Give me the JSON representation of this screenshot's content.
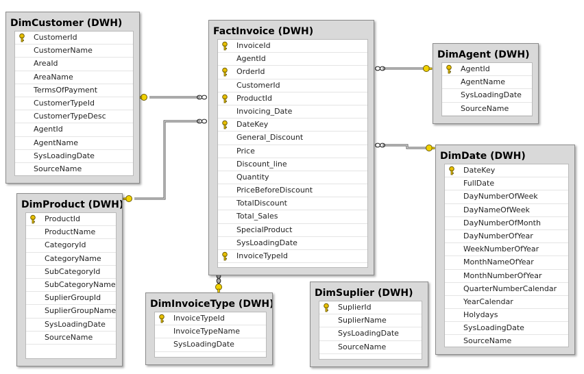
{
  "tables": [
    {
      "title": "DimCustomer (DWH)",
      "columns": [
        {
          "name": "CustomerId",
          "key": true
        },
        {
          "name": "CustomerName",
          "key": false
        },
        {
          "name": "AreaId",
          "key": false
        },
        {
          "name": "AreaName",
          "key": false
        },
        {
          "name": "TermsOfPayment",
          "key": false
        },
        {
          "name": "CustomerTypeId",
          "key": false
        },
        {
          "name": "CustomerTypeDesc",
          "key": false
        },
        {
          "name": "AgentId",
          "key": false
        },
        {
          "name": "AgentName",
          "key": false
        },
        {
          "name": "SysLoadingDate",
          "key": false
        },
        {
          "name": "SourceName",
          "key": false
        }
      ]
    },
    {
      "title": "FactInvoice (DWH)",
      "columns": [
        {
          "name": "InvoiceId",
          "key": true
        },
        {
          "name": "AgentId",
          "key": false
        },
        {
          "name": "OrderId",
          "key": true
        },
        {
          "name": "CustomerId",
          "key": false
        },
        {
          "name": "ProductId",
          "key": true
        },
        {
          "name": "Invoicing_Date",
          "key": false
        },
        {
          "name": "DateKey",
          "key": true
        },
        {
          "name": "General_Discount",
          "key": false
        },
        {
          "name": "Price",
          "key": false
        },
        {
          "name": "Discount_line",
          "key": false
        },
        {
          "name": "Quantity",
          "key": false
        },
        {
          "name": "PriceBeforeDiscount",
          "key": false
        },
        {
          "name": "TotalDiscount",
          "key": false
        },
        {
          "name": "Total_Sales",
          "key": false
        },
        {
          "name": "SpecialProduct",
          "key": false
        },
        {
          "name": "SysLoadingDate",
          "key": false
        },
        {
          "name": "InvoiceTypeId",
          "key": true
        }
      ]
    },
    {
      "title": "DimAgent (DWH)",
      "columns": [
        {
          "name": "AgentId",
          "key": true
        },
        {
          "name": "AgentName",
          "key": false
        },
        {
          "name": "SysLoadingDate",
          "key": false
        },
        {
          "name": "SourceName",
          "key": false
        }
      ]
    },
    {
      "title": "DimDate (DWH)",
      "columns": [
        {
          "name": "DateKey",
          "key": true
        },
        {
          "name": "FullDate",
          "key": false
        },
        {
          "name": "DayNumberOfWeek",
          "key": false
        },
        {
          "name": "DayNameOfWeek",
          "key": false
        },
        {
          "name": "DayNumberOfMonth",
          "key": false
        },
        {
          "name": "DayNumberOfYear",
          "key": false
        },
        {
          "name": "WeekNumberOfYear",
          "key": false
        },
        {
          "name": "MonthNameOfYear",
          "key": false
        },
        {
          "name": "MonthNumberOfYear",
          "key": false
        },
        {
          "name": "QuarterNumberCalendar",
          "key": false
        },
        {
          "name": "YearCalendar",
          "key": false
        },
        {
          "name": "Holydays",
          "key": false
        },
        {
          "name": "SysLoadingDate",
          "key": false
        },
        {
          "name": "SourceName",
          "key": false
        }
      ]
    },
    {
      "title": "DimProduct (DWH)",
      "columns": [
        {
          "name": "ProductId",
          "key": true
        },
        {
          "name": "ProductName",
          "key": false
        },
        {
          "name": "CategoryId",
          "key": false
        },
        {
          "name": "CategoryName",
          "key": false
        },
        {
          "name": "SubCategoryId",
          "key": false
        },
        {
          "name": "SubCategoryName",
          "key": false
        },
        {
          "name": "SuplierGroupId",
          "key": false
        },
        {
          "name": "SuplierGroupName",
          "key": false
        },
        {
          "name": "SysLoadingDate",
          "key": false
        },
        {
          "name": "SourceName",
          "key": false
        }
      ]
    },
    {
      "title": "DimInvoiceType (DWH)",
      "columns": [
        {
          "name": "InvoiceTypeId",
          "key": true
        },
        {
          "name": "InvoiceTypeName",
          "key": false
        },
        {
          "name": "SysLoadingDate",
          "key": false
        }
      ]
    },
    {
      "title": "DimSuplier (DWH)",
      "columns": [
        {
          "name": "SuplierId",
          "key": true
        },
        {
          "name": "SuplierName",
          "key": false
        },
        {
          "name": "SysLoadingDate",
          "key": false
        },
        {
          "name": "SourceName",
          "key": false
        }
      ]
    }
  ],
  "colors": {
    "panel": "#d9d9d9",
    "border": "#8a8a8a",
    "grid_bg": "#ffffff",
    "key_gold": "#e8c000",
    "link": "#555555"
  },
  "icons": {
    "primary_key": "key-icon",
    "one_end": "key-icon",
    "many_end": "infinity-icon"
  }
}
